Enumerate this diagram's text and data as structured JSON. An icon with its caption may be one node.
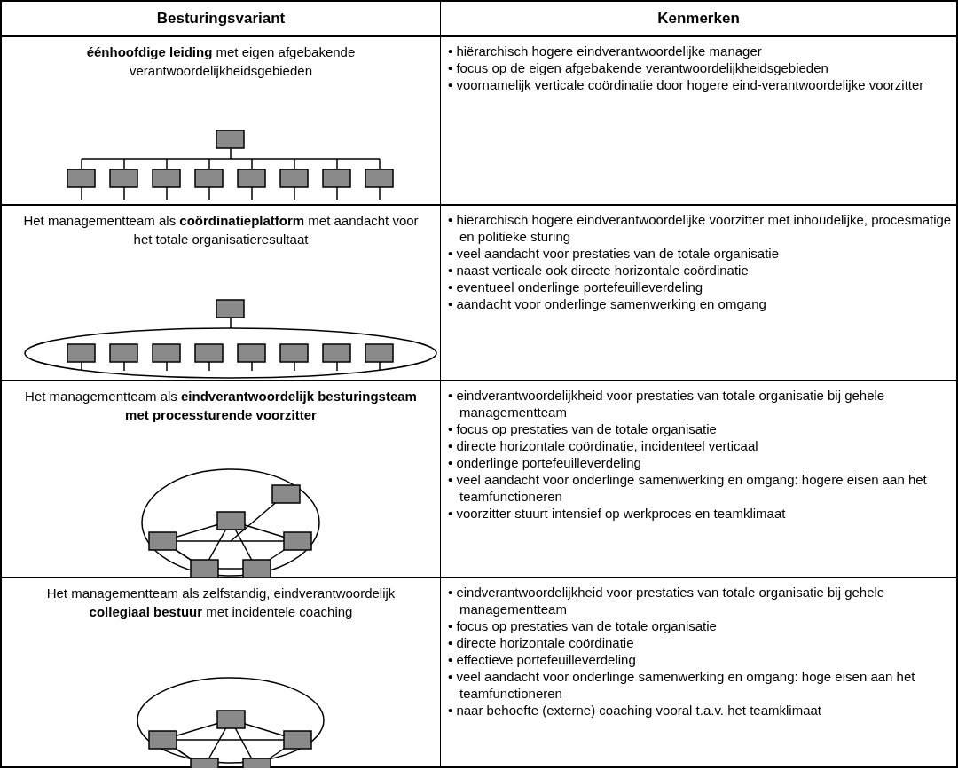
{
  "diagram": {
    "nodes": [
      {
        "text": [
          "Besturingsvariant"
        ]
      },
      {
        "text": [
          "Kenmerken"
        ]
      },
      {
        "text": [
          "**éénhoofdige leiding** met eigen afgebakende verantwoordelijkheidsgebieden"
        ]
      },
      {
        "text": [
          "• hiërarchisch hogere eindverantwoordelijke manager",
          "• focus op de eigen afgebakende verantwoordelijkheidsgebieden",
          "• voornamelijk verticale coördinatie door hogere eind-verantwoordelijke voorzitter"
        ]
      },
      {
        "text": [
          "Het managementteam als **coördinatieplatform** met aandacht voor het totale organisatieresultaat"
        ]
      },
      {
        "text": [
          "• hiërarchisch hogere eindverantwoordelijke voorzitter met inhoudelijke, procesmatige en politieke sturing",
          "• veel aandacht voor prestaties van de totale organisatie",
          "• naast verticale ook directe horizontale coördinatie",
          "• eventueel onderlinge portefeuilleverdeling",
          "• aandacht voor onderlinge samenwerking en omgang"
        ]
      },
      {
        "text": [
          "Het managementteam als **eindverantwoordelijk besturingsteam met processturende voorzitter**"
        ]
      },
      {
        "text": [
          "• eindverantwoordelijkheid voor prestaties van totale organisatie bij gehele managementteam",
          "• focus op prestaties van de totale organisatie",
          "• directe horizontale coördinatie, incidenteel verticaal",
          "• onderlinge portefeuilleverdeling",
          "• veel aandacht voor onderlinge samenwerking en omgang: hogere eisen aan het teamfunctioneren",
          "• voorzitter stuurt intensief op werkproces en teamklimaat"
        ]
      },
      {
        "text": [
          "Het managementteam als zelfstandig, eindverantwoordelijk **collegiaal bestuur** met incidentele coaching"
        ]
      },
      {
        "text": [
          "• eindverantwoordelijkheid voor prestaties van totale organisatie bij gehele managementteam",
          "• focus op prestaties van de totale organisatie",
          "• directe horizontale coördinatie",
          "• effectieve portefeuilleverdeling",
          "• veel aandacht voor onderlinge samenwerking en omgang: hoge eisen aan het teamfunctioneren",
          "• naar behoefte (externe) coaching vooral t.a.v. het teamklimaat"
        ]
      }
    ]
  }
}
